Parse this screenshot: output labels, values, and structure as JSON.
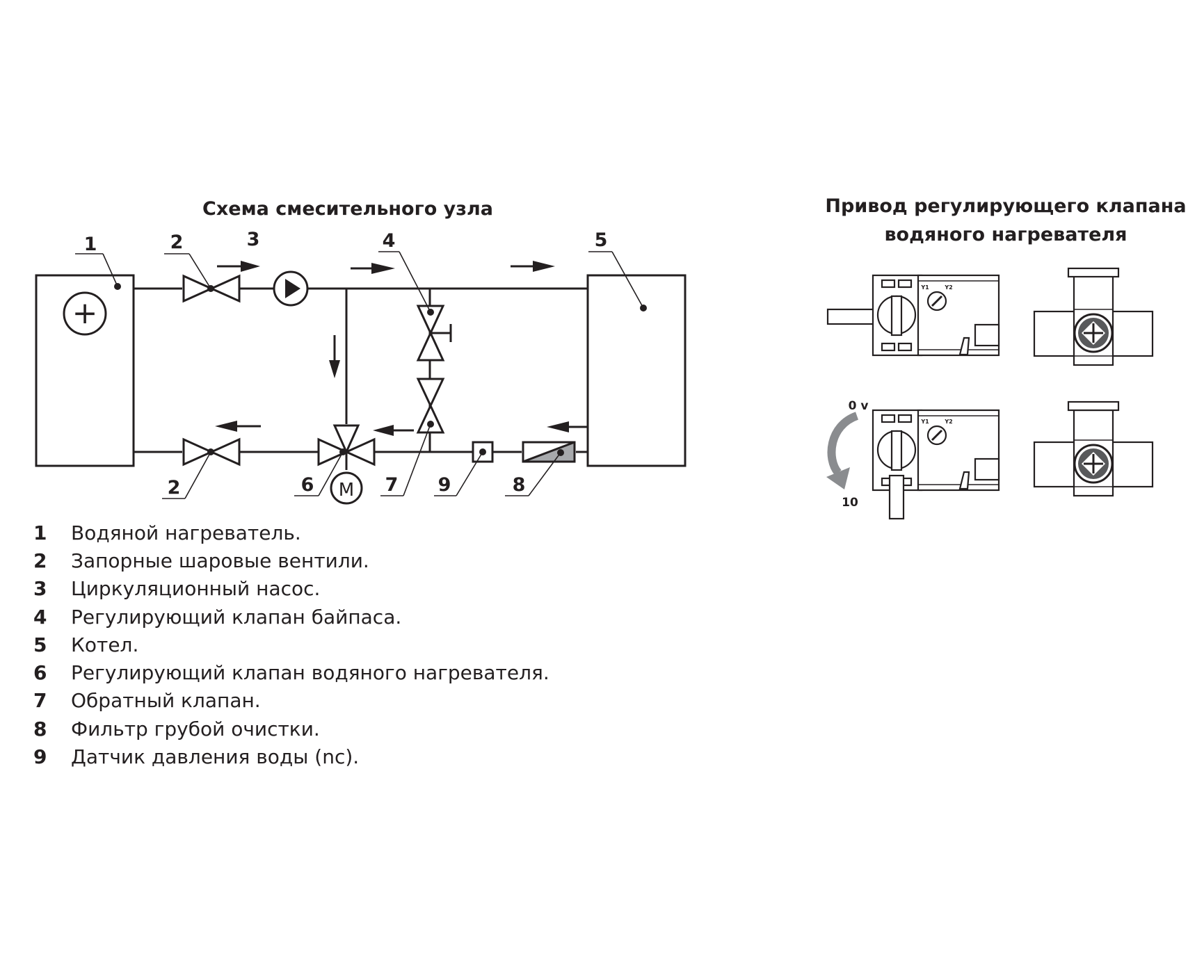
{
  "scheme_title": "Схема смесительного узла",
  "actuator_title": [
    "Привод регулирующего клапана",
    "водяного нагревателя"
  ],
  "callouts": {
    "heater": "1",
    "valve_top": "2",
    "valve_bottom": "2",
    "pump": "3",
    "bypass_valve": "4",
    "boiler": "5",
    "mixing_valve": "6",
    "check_valve": "7",
    "filter": "8",
    "pressure_sensor": "9"
  },
  "motor_symbol": "M",
  "heater_symbol": "+",
  "actuator_labels": {
    "voltage_low": "0 v",
    "voltage_high": "10",
    "terminal_y1": "Y1",
    "terminal_y2": "Y2"
  },
  "legend": [
    {
      "num": "1",
      "text": "Водяной нагреватель."
    },
    {
      "num": "2",
      "text": "Запорные шаровые вентили."
    },
    {
      "num": "3",
      "text": "Циркуляционный насос."
    },
    {
      "num": "4",
      "text": "Регулирующий клапан байпаса."
    },
    {
      "num": "5",
      "text": "Котел."
    },
    {
      "num": "6",
      "text": "Регулирующий клапан водяного нагревателя."
    },
    {
      "num": "7",
      "text": "Обратный клапан."
    },
    {
      "num": "8",
      "text": "Фильтр грубой очистки."
    },
    {
      "num": "9",
      "text": "Датчик давления воды (nc)."
    }
  ]
}
